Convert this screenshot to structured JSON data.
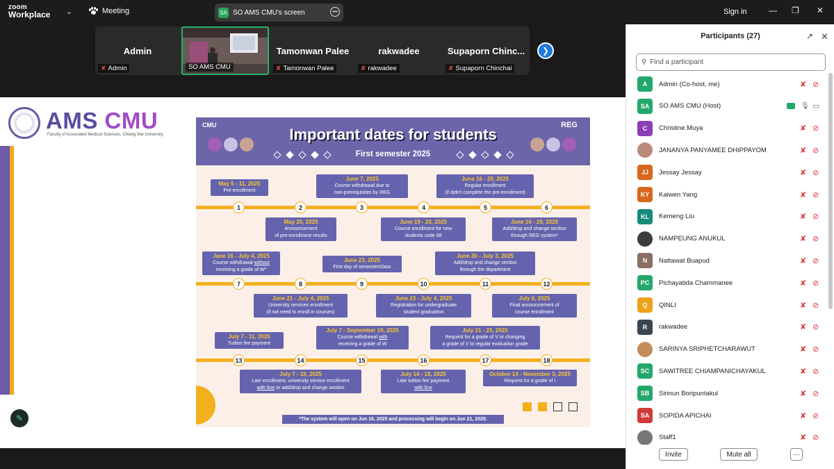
{
  "topbar": {
    "logo_top": "zoom",
    "logo_bottom": "Workplace",
    "meeting_label": "Meeting",
    "share_avatar": "SA",
    "share_title": "SO AMS CMU's screen",
    "sign_in": "Sign in"
  },
  "gallery": {
    "tiles": [
      {
        "name": "Admin",
        "label": "Admin",
        "muted": true
      },
      {
        "name": "",
        "label": "SO AMS CMU",
        "muted": false
      },
      {
        "name": "Tamonwan Palee",
        "label": "Tamonwan Palee",
        "muted": true
      },
      {
        "name": "rakwadee",
        "label": "rakwadee",
        "muted": true
      },
      {
        "name": "Supaporn  Chinc...",
        "label": "Supaporn Chinchai",
        "muted": true
      }
    ]
  },
  "logo": {
    "ams": "AMS",
    "cmu": "CMU",
    "faculty": "Faculty of Associated Medical Sciences, Chiang Mai University"
  },
  "poster": {
    "cmu": "CMU",
    "reg": "REG",
    "title": "Important dates for students",
    "subtitle": "First semester 2025",
    "footer": "*The system will open on Jun 16, 2025 and processing will begin on Jun 21, 2025.",
    "nodes": [
      "1",
      "2",
      "3",
      "4",
      "5",
      "6",
      "7",
      "8",
      "9",
      "10",
      "11",
      "12",
      "13",
      "14",
      "15",
      "16",
      "17",
      "18"
    ],
    "events": {
      "e1": {
        "date": "May 5 - 11, 2025",
        "text": "Pre-enrollment"
      },
      "e2": {
        "date": "May 20, 2025",
        "text1": "Announcement",
        "text2": "of pre-enrollment results"
      },
      "e3": {
        "date": "June 7, 2025",
        "text1": "Course withdrawal due to",
        "text2": "non-prerequisites by REG"
      },
      "e4": {
        "date": "June 19 - 20, 2025",
        "text1": "Course enrollment for new",
        "text2": "students code 68"
      },
      "e5": {
        "date": "June 16 - 29, 2025",
        "text1": "Regular enrollment",
        "text2": "(if didn't complete the pre-enrollment)"
      },
      "e6": {
        "date": "June 16 - 29, 2025",
        "text1": "Add/drop and change section",
        "text2": "through REG system*"
      },
      "e7": {
        "date": "June 16 - July 4, 2025",
        "text1a": "Course withdrawal ",
        "text1b": "without",
        "text2": "receiving a grade of W*"
      },
      "e8": {
        "date": "June 21 - July 4, 2025",
        "text1": "University services enrollment",
        "text2": "(if not need to enroll in courses)"
      },
      "e9": {
        "date": "June 23, 2025",
        "text1": "First day of semester/class"
      },
      "e10": {
        "date": "June 23 - July 4, 2025",
        "text1": "Registration for undergraduate",
        "text2": "student graduation"
      },
      "e11": {
        "date": "June 30 - July 3, 2025",
        "text1": "Add/drop and change section",
        "text2": "through the department"
      },
      "e12": {
        "date": "July 6, 2025",
        "text1": "Final announcement of",
        "text2": "course enrollment"
      },
      "e13": {
        "date": "July 7 - 11, 2025",
        "text1": "Tuition fee payment"
      },
      "e14": {
        "date": "July 7 - 18, 2025",
        "text1": "Late enrollment, university service enrollment",
        "text2a": "with fine",
        "text2b": " or add/drop and change section"
      },
      "e15": {
        "date": "July 7 - September 19, 2025",
        "text1a": "Course withdrawal ",
        "text1b": "with",
        "text2": "receiving a grade of W"
      },
      "e16": {
        "date": "July 14 - 18, 2025",
        "text1": "Late tuition fee payment",
        "text2": "with fine"
      },
      "e17": {
        "date": "July 21 - 25, 2025",
        "text1": "Request for a grade of V or changing",
        "text2": "a grade of V to regular evaluation grade"
      },
      "e18": {
        "date": "October 14 - November 3, 2025",
        "text1": "Request for a grade of I"
      }
    }
  },
  "participants": {
    "header": "Participants (27)",
    "search_placeholder": "Find a participant",
    "list": [
      {
        "initials": "A",
        "name": "Admin (Co-host, me)",
        "color": "#23a86b"
      },
      {
        "initials": "SA",
        "name": "SO AMS CMU (Host)",
        "color": "#23a86b"
      },
      {
        "initials": "C",
        "name": "Christine.Muya",
        "color": "#8a3fb5"
      },
      {
        "initials": "",
        "name": "JANANYA PANYAMEE DHIPPAYOM",
        "color": "#b98a7a"
      },
      {
        "initials": "JJ",
        "name": "Jessay Jessay",
        "color": "#d8661c"
      },
      {
        "initials": "KY",
        "name": "Kaiwen Yang",
        "color": "#d8661c"
      },
      {
        "initials": "KL",
        "name": "Kemeng Liu",
        "color": "#178a7a"
      },
      {
        "initials": "",
        "name": "NAMPEUNG ANUKUL",
        "color": "#3c3c3c"
      },
      {
        "initials": "N",
        "name": "Nattawat Buapud",
        "color": "#8a6e62"
      },
      {
        "initials": "PC",
        "name": "Pichayatida Chammanee",
        "color": "#23a86b"
      },
      {
        "initials": "Q",
        "name": "QINLI",
        "color": "#f0a11a"
      },
      {
        "initials": "R",
        "name": "rakwadee",
        "color": "#3c4652"
      },
      {
        "initials": "",
        "name": "SARINYA SRIPHETCHARAWUT",
        "color": "#c48a5a"
      },
      {
        "initials": "SC",
        "name": "SAWITREE CHIAMPANICHAYAKUL",
        "color": "#23a86b"
      },
      {
        "initials": "SB",
        "name": "Sirinun Boripuntakul",
        "color": "#23a86b"
      },
      {
        "initials": "SA",
        "name": "SOPIDA APICHAI",
        "color": "#d23a3a"
      },
      {
        "initials": "",
        "name": "Staff1",
        "color": "#777777"
      }
    ],
    "invite": "Invite",
    "mute_all": "Mute all",
    "more": "···"
  }
}
